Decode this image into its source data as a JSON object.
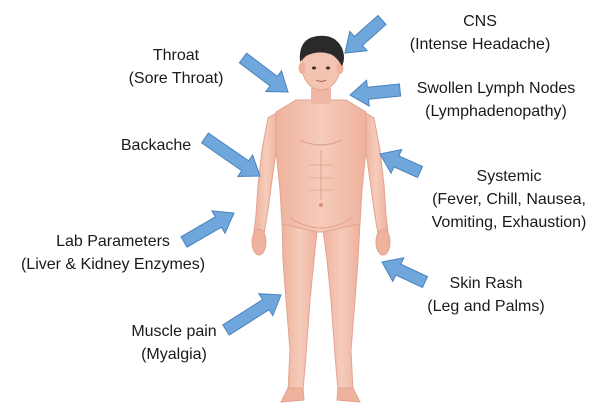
{
  "colors": {
    "arrow_fill": "#6fa6dc",
    "arrow_stroke": "#4a82be",
    "skin": "#f4c2b0",
    "skin_shade": "#e7a994",
    "hair": "#2a2a2a",
    "text": "#1a1a1a"
  },
  "labels": {
    "cns": {
      "title": "CNS",
      "detail": "(Intense Headache)"
    },
    "throat": {
      "title": "Throat",
      "detail": "(Sore Throat)"
    },
    "lymph": {
      "title": "Swollen Lymph Nodes",
      "detail": "(Lymphadenopathy)"
    },
    "backache": {
      "title": "Backache"
    },
    "systemic": {
      "title": "Systemic",
      "detail_1": "(Fever, Chill, Nausea,",
      "detail_2": "Vomiting, Exhaustion)"
    },
    "lab": {
      "title": "Lab Parameters",
      "detail": "(Liver & Kidney Enzymes)"
    },
    "skin": {
      "title": "Skin Rash",
      "detail": "(Leg and Palms)"
    },
    "muscle": {
      "title": "Muscle pain",
      "detail": "(Myalgia)"
    }
  },
  "icons": {
    "figure": "human-body-figure",
    "arrow": "pointer-arrow"
  }
}
